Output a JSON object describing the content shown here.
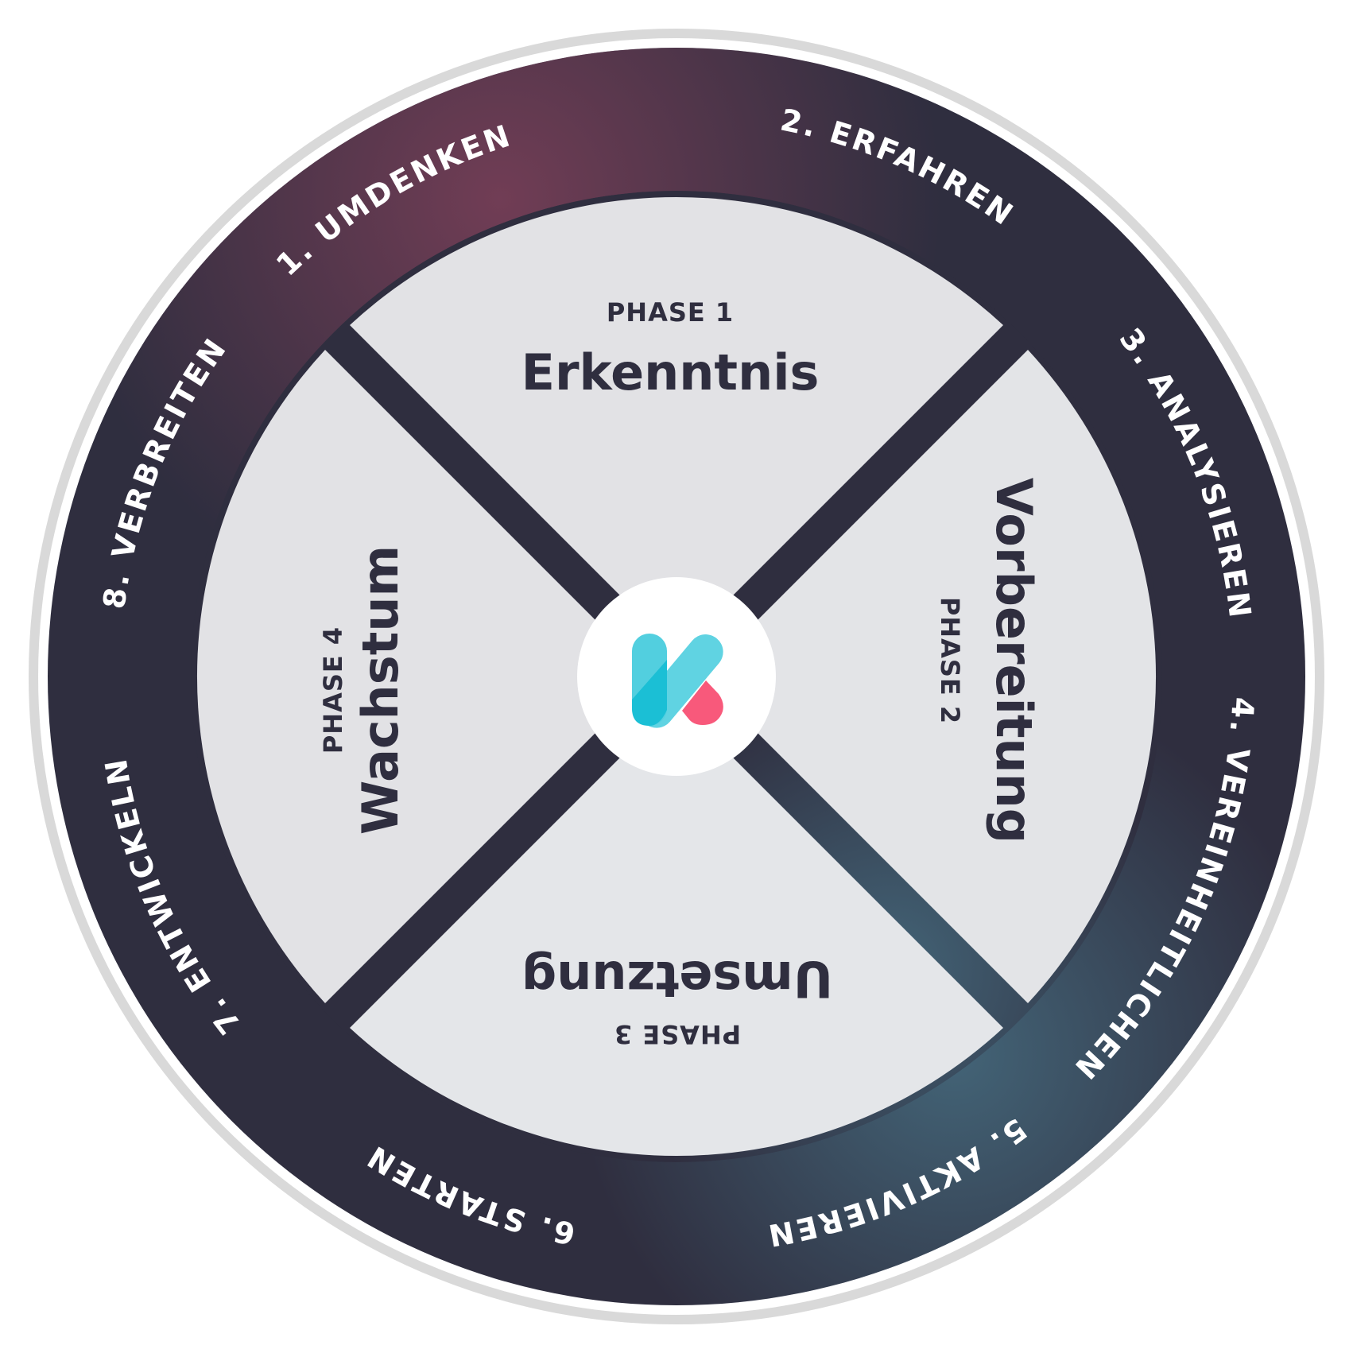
{
  "colors": {
    "background": "#ffffff",
    "outer_ring": "#d9d9d9",
    "band_dark": "#2f2e3f",
    "band_plum": "#713d55",
    "band_teal": "#436477",
    "quadrant_fill": "#e2e2e5",
    "separator": "#2f2e3f",
    "text_dark": "#2f2e3f",
    "logo_cyan": "#52cfdf",
    "logo_cyan_dark": "#1bbfd5",
    "logo_pink": "#f8597b"
  },
  "steps": [
    {
      "label": "1. UMDENKEN"
    },
    {
      "label": "2. ERFAHREN"
    },
    {
      "label": "3. ANALYSIEREN"
    },
    {
      "label": "4. VEREINHEITLICHEN"
    },
    {
      "label": "5. AKTIVIEREN"
    },
    {
      "label": "6. STARTEN"
    },
    {
      "label": "7. ENTWICKELN"
    },
    {
      "label": "8. VERBREITEN"
    }
  ],
  "phases": [
    {
      "number": "PHASE 1",
      "title": "Erkenntnis"
    },
    {
      "number": "PHASE 2",
      "title": "Vorbereitung"
    },
    {
      "number": "PHASE 3",
      "title": "Umsetzung"
    },
    {
      "number": "PHASE 4",
      "title": "Wachstum"
    }
  ],
  "logo": {
    "icon": "k-logo-icon"
  }
}
